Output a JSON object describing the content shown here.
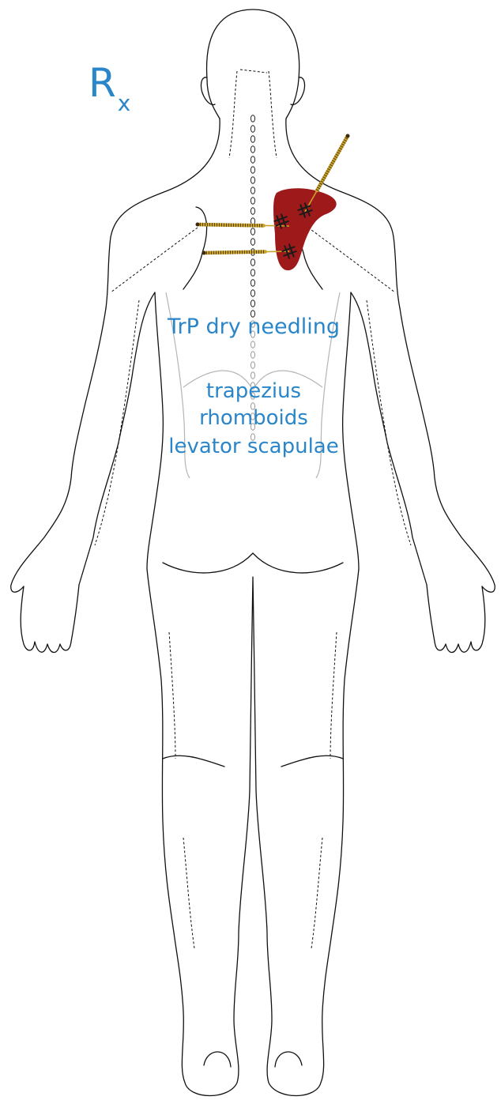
{
  "symbol": {
    "main": "R",
    "subscript": "x"
  },
  "title": "TrP dry needling",
  "muscles": [
    "trapezius",
    "rhomboids",
    "levator scapulae"
  ],
  "colors": {
    "text_accent": "#2a86c8",
    "trigger_zone": "#9e1a1a",
    "needle": "#c9a227"
  },
  "icons": {
    "needle": "acupuncture-needle-icon",
    "trigger_point": "trigger-point-cross-icon"
  }
}
